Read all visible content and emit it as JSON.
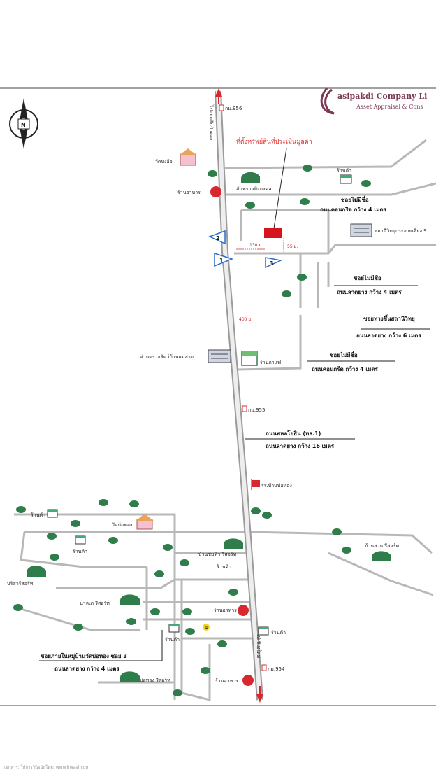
{
  "header": {
    "company_name": "asipakdi Company Li",
    "company_subtitle": "Asset Appraisal & Cons"
  },
  "compass": {
    "letter": "N"
  },
  "subject": {
    "label": "ที่ตั้งทรัพย์สินที่ประเมินมูลค่า"
  },
  "directions": {
    "north": "ไปแยกสันป่าตอง",
    "south": "ไปเชียงใหม่"
  },
  "distances": {
    "d1": "130 ม.",
    "d2": "55 ม.",
    "d3": "400 ม."
  },
  "markers": {
    "m1": "1",
    "m2": "2",
    "m3": "3",
    "m4": "4"
  },
  "km_posts": {
    "k956": "กม.956",
    "k955": "กม.955",
    "k954": "กม.954"
  },
  "places": {
    "wat_pong_oi": "วัดปงอ้อ",
    "restaurant_north": "ร้านอาหาร",
    "shop_north": "ร้านค้า",
    "sansai_school": "สันทรายมิ่งมงคล",
    "dormitory": "สถานีวิทยุกระจายเสียง 9",
    "checkpoint": "ด่านตรวจสัตว์บ้านแม่สาย",
    "coffee_shop": "ร้านกาแฟ",
    "school_ban_bo": "รร.บ้านบ่อทอง",
    "shop_west": "ร้านค้า",
    "wat_bo_thong": "วัดบ่อทอง",
    "shop_west2": "ร้านค้า",
    "baan_chomfa": "บ้านชมฟ้า รีสอร์ท",
    "shop_mid": "ร้านค้า",
    "narisa_resort": "นริสารีสอร์ท",
    "naree_resort": "นาลเภ รีสอร์ท",
    "restaurant_mid": "ร้านอาหาร",
    "shop_east": "ร้านค้า",
    "shop_south": "ร้านค้า",
    "bo_thong_resort": "บ่อทอง รีสอร์ท",
    "restaurant_south": "ร้านอาหาร",
    "baan_suan_resort": "บ้านสวน รีสอร์ท"
  },
  "callouts": {
    "c1_line1": "ซอยไม่มีชื่อ",
    "c1_line2": "ถนนคอนกรีต กว้าง 4 เมตร",
    "c2_line1": "ซอยไม่มีชื่อ",
    "c2_line2": "ถนนลาดยาง กว้าง 4 เมตร",
    "c3_line1": "ซอยทางขึ้นสถานีวิทยุ",
    "c3_line2": "ถนนลาดยาง กว้าง 6 เมตร",
    "c4_line1": "ซอยไม่มีชื่อ",
    "c4_line2": "ถนนคอนกรีต กว้าง 4 เมตร",
    "c5_line1": "ถนนพหลโยธิน (ทล.1)",
    "c5_line2": "ถนนลาดยาง กว้าง 16 เมตร",
    "c6_line1": "ซอยภายในหมู่บ้านวัดบ่อทอง ซอย 3",
    "c6_line2": "ถนนลาดยาง กว้าง 4 เมตร"
  },
  "footer": {
    "text": "เอกสาร: ให้การวินิจฉัยโดย: www.hwaal.com"
  },
  "colors": {
    "road": "#b8b8b8",
    "highway": "#9a9a9a",
    "arrow": "#d7282f",
    "subject": "#d7141e",
    "marker": "#2a6fc9",
    "tree": "#2f7d4a",
    "brand": "#7a3a55"
  }
}
